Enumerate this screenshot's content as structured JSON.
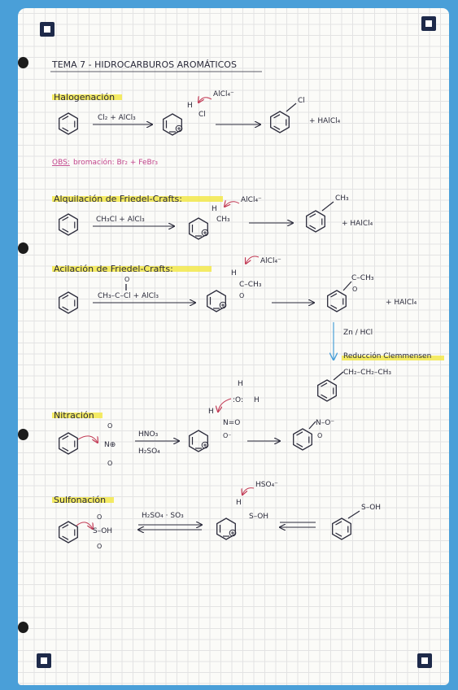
{
  "title": "TEMA 7 - HIDROCARBUROS AROMÁTICOS",
  "sections": {
    "halogenacion": {
      "heading": "Halogenación",
      "reagent": "Cl₂ + AlCl₃",
      "leaving": "AlCl₄⁻",
      "h": "H",
      "sub": "Cl",
      "product_sub": "Cl",
      "byproduct": "+ HAlCl₄",
      "obs_label": "OBS:",
      "obs_text": "bromación: Br₂ + FeBr₃"
    },
    "alquilacion": {
      "heading": "Alquilación de Friedel-Crafts:",
      "reagent": "CH₃Cl + AlCl₃",
      "leaving": "AlCl₄⁻",
      "h": "H",
      "sub": "CH₃",
      "product_sub": "CH₃",
      "byproduct": "+ HAlCl₄"
    },
    "acilacion": {
      "heading": "Acilación de Friedel-Crafts:",
      "reagent_o": "O",
      "reagent_bond": "‖",
      "reagent": "CH₃–C–Cl + AlCl₃",
      "leaving": "AlCl₄⁻",
      "h": "H",
      "sub": "C–CH₃",
      "sub_o": "O",
      "product_sub": "C–CH₃",
      "product_o": "O",
      "byproduct": "+ HAlCl₄",
      "reduction_reagent": "Zn / HCl",
      "reduction_name": "Reducción Clemmensen",
      "reduction_product": "CH₂–CH₂–CH₃"
    },
    "nitracion": {
      "heading": "Nitración",
      "reagent_top": "HNO₃",
      "reagent_bottom": "H₂SO₄",
      "water_h1": "H",
      "water_o": ":O:",
      "water_h2": "H",
      "nitro_o1": "O",
      "nitro_n": "N⊕",
      "nitro_o2": "O",
      "h": "H",
      "inter_sub": "N=O",
      "inter_o": "O⁻",
      "product_sub": "N–O⁻",
      "product_o": "O"
    },
    "sulfonacion": {
      "heading": "Sulfonación",
      "reagent": "H₂SO₄ · SO₃",
      "leaving": "HSO₄⁻",
      "s_o1": "O",
      "s_group": "S–OH",
      "s_o2": "O",
      "h": "H",
      "inter_sub": "S–OH",
      "product_sub": "S–OH"
    }
  },
  "colors": {
    "highlight": "#f2e84a",
    "ink": "#2a2a3a",
    "red": "#c23a55",
    "blue": "#4a9fd8",
    "obs": "#c2448c"
  }
}
